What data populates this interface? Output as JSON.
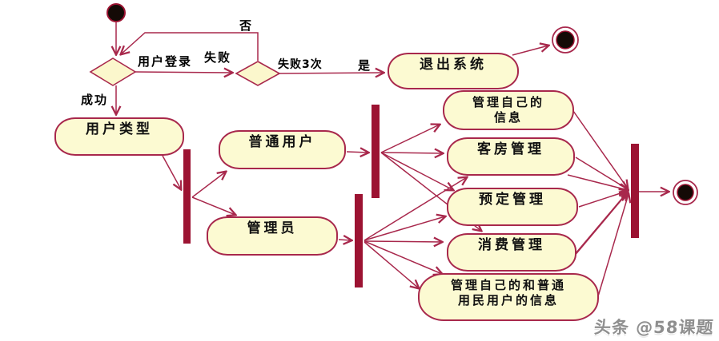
{
  "activities": {
    "exit_system": "退出系统",
    "user_type": "用户类型",
    "normal_user": "普通用户",
    "admin": "管理员",
    "manage_own_info": [
      "管理自己的",
      "信息"
    ],
    "room_mgmt": "客房管理",
    "reservation_mgmt": "预定管理",
    "consumption_mgmt": "消费管理",
    "manage_all_info": [
      "管理自己的和普通",
      "用民用户的信息"
    ]
  },
  "edge_labels": {
    "no": "否",
    "user_login": "用户登录",
    "fail": "失败",
    "fail_3x": "失败3次",
    "yes": "是",
    "success": "成功"
  },
  "colors": {
    "line": "#A8284C",
    "bar": "#9C1332",
    "shape_fill": "#FCFAD2",
    "terminal_fill": "#140A06"
  },
  "watermark": "头条 @58课题"
}
